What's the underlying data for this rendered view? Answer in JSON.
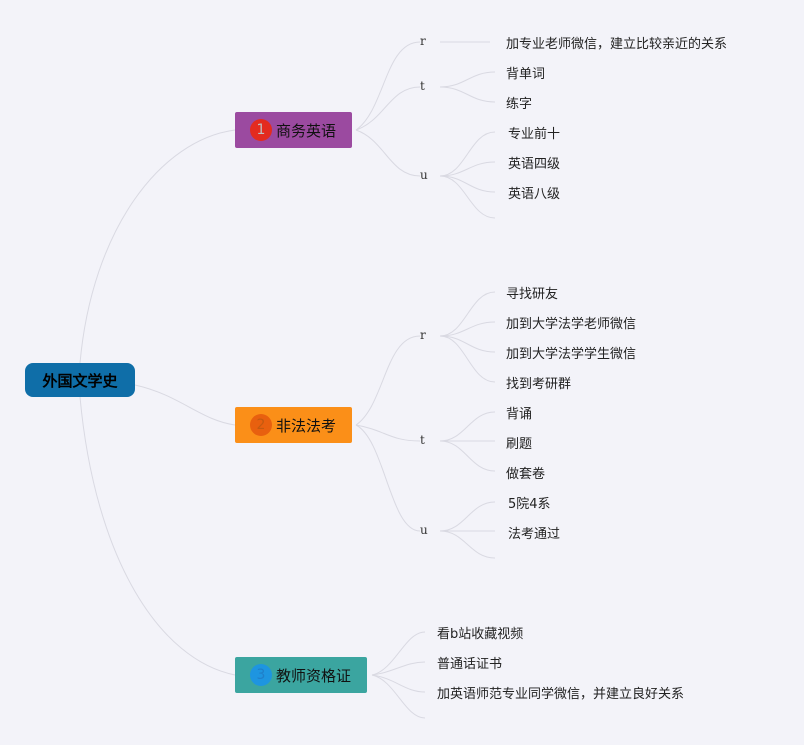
{
  "root": {
    "label": "外国文学史"
  },
  "branches": [
    {
      "number": "1",
      "label": "商务英语",
      "groups": [
        {
          "letter": "r",
          "items": [
            "加专业老师微信，建立比较亲近的关系"
          ]
        },
        {
          "letter": "t",
          "items": [
            "背单词",
            "练字"
          ]
        },
        {
          "letter": "u",
          "items": [
            "专业前十",
            "英语四级",
            "英语八级"
          ]
        }
      ]
    },
    {
      "number": "2",
      "label": "非法法考",
      "groups": [
        {
          "letter": "r",
          "items": [
            "寻找研友",
            "加到大学法学老师微信",
            "加到大学法学学生微信",
            "找到考研群"
          ]
        },
        {
          "letter": "t",
          "items": [
            "背诵",
            "刷题",
            "做套卷"
          ]
        },
        {
          "letter": "u",
          "items": [
            "5院4系",
            "法考通过"
          ]
        }
      ]
    },
    {
      "number": "3",
      "label": "教师资格证",
      "items": [
        "看b站收藏视频",
        "普通话证书",
        "加英语师范专业同学微信，并建立良好关系"
      ]
    }
  ],
  "colors": {
    "background": "#f3f3f9",
    "root": "#0f6ea8",
    "branch1": "#9b4aa0",
    "branch2": "#fb8f18",
    "branch3": "#3ba5a0",
    "connector": "#d9d9e2"
  }
}
